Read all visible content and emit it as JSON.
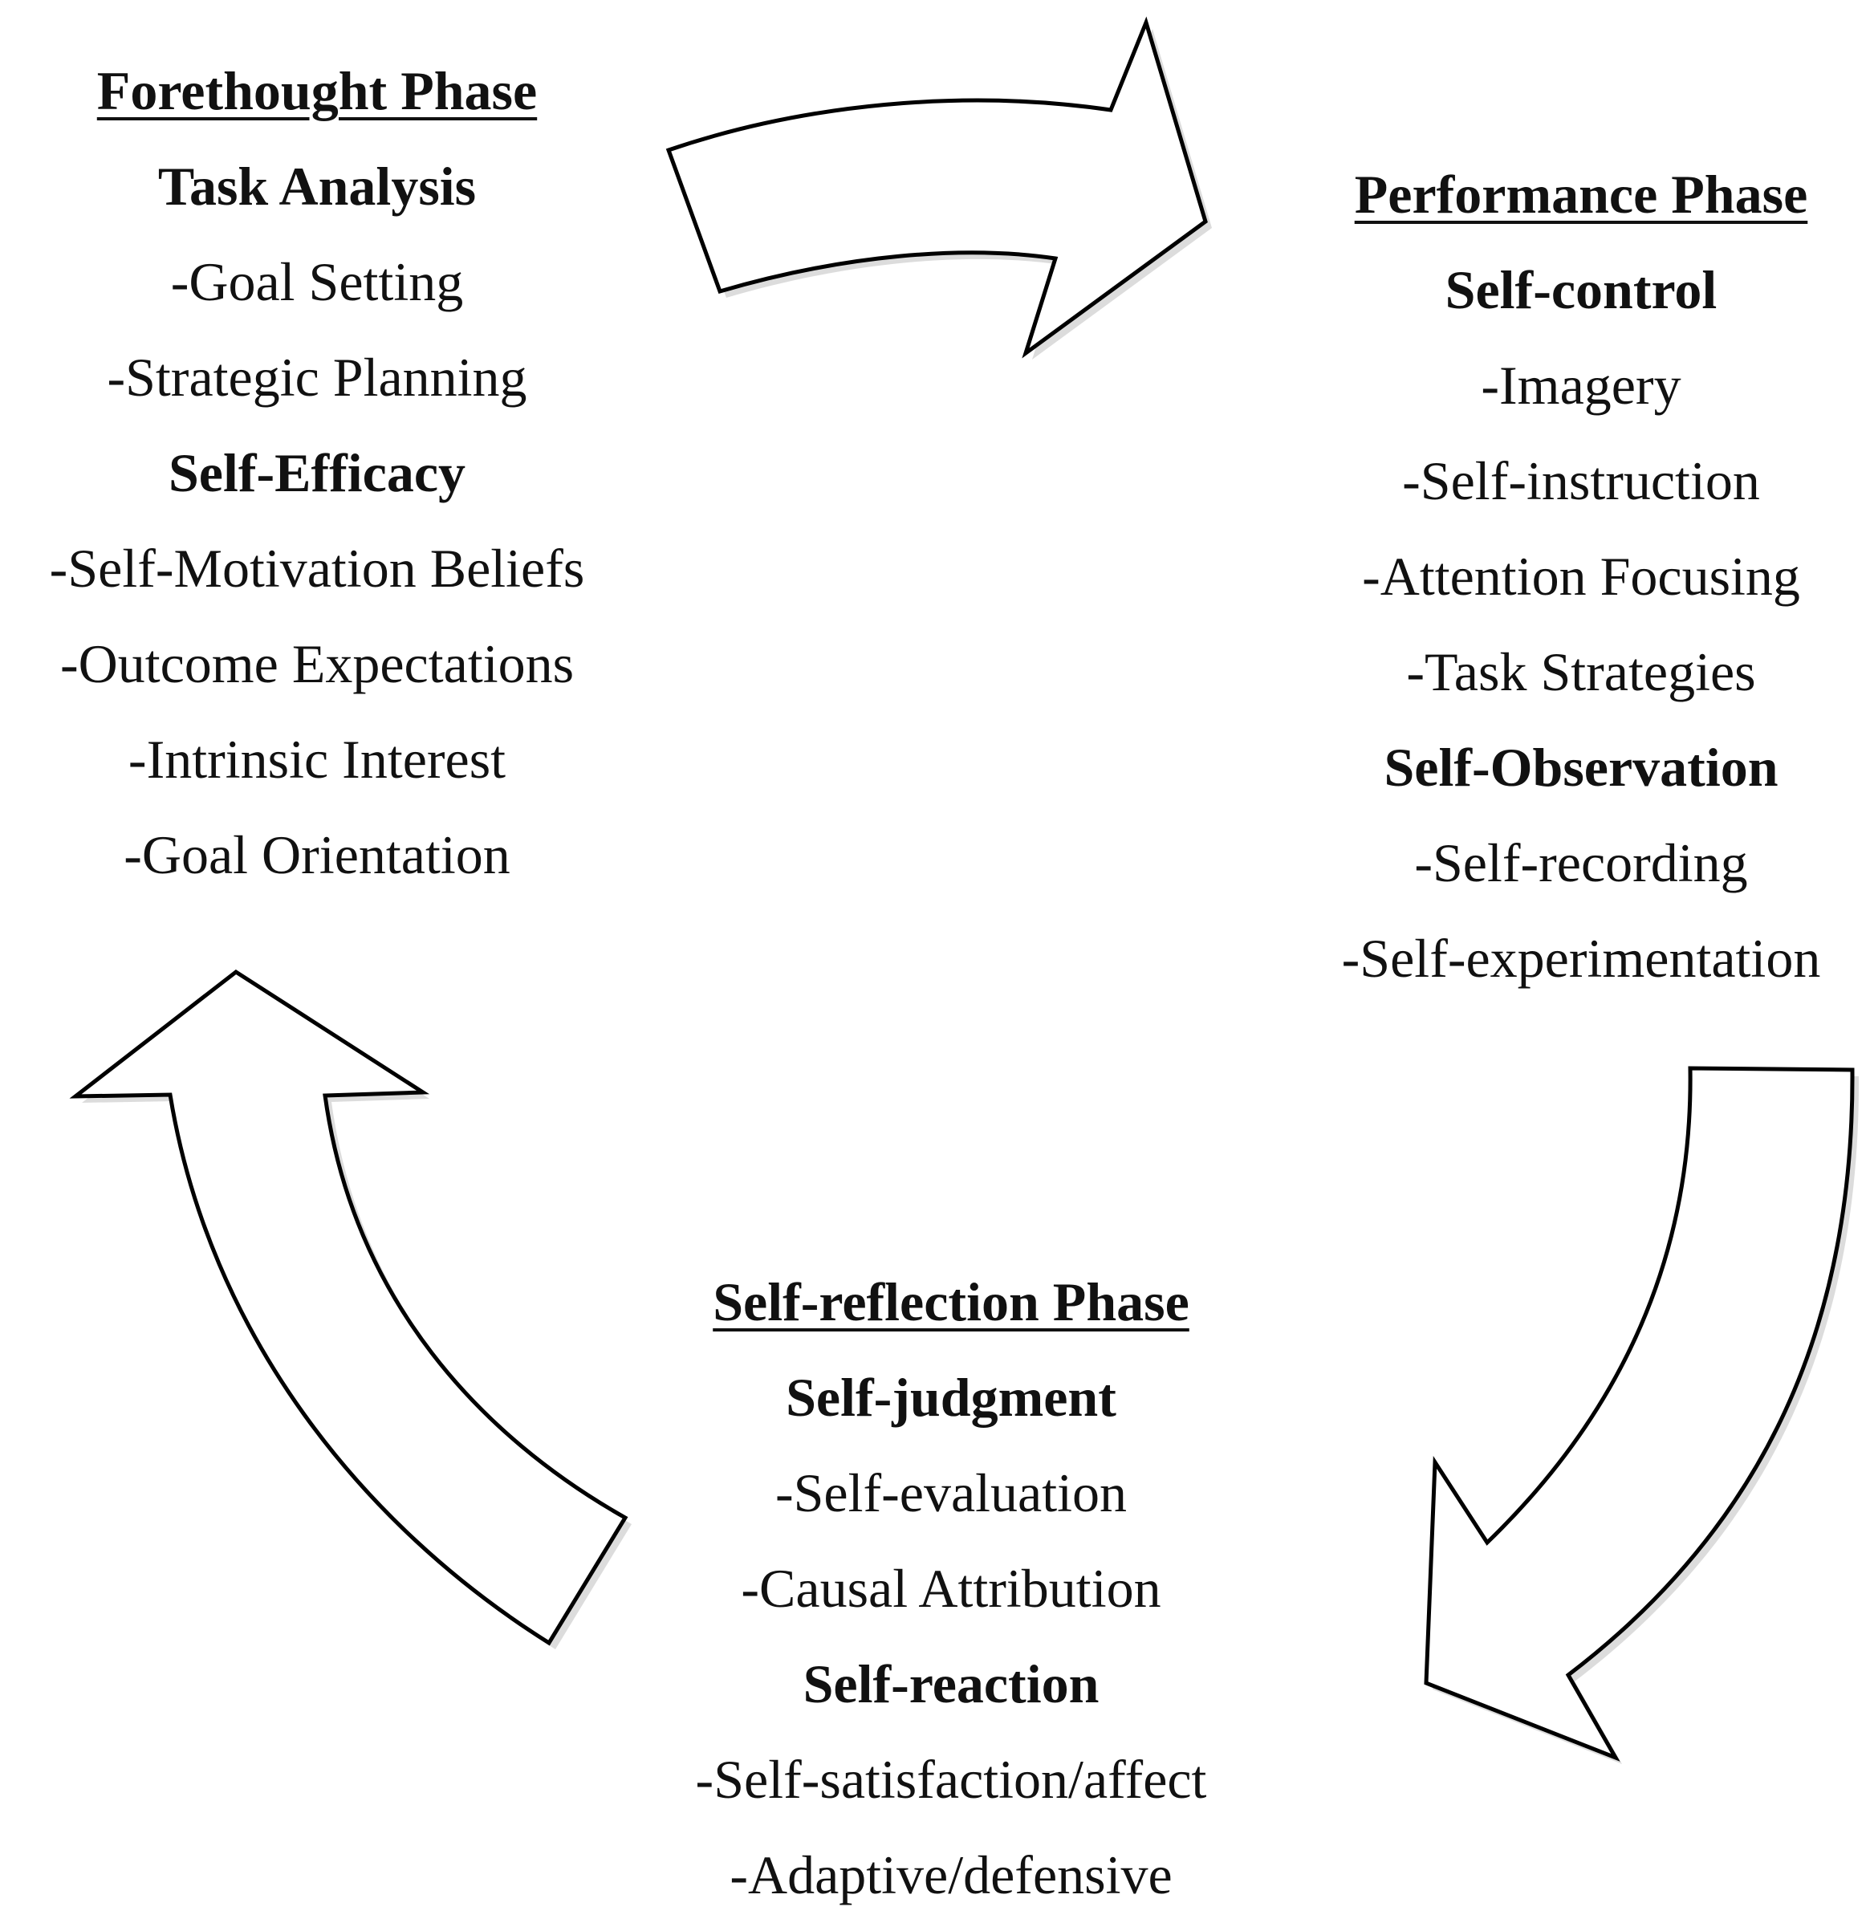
{
  "forethought": {
    "title": "Forethought Phase",
    "sections": [
      {
        "heading": "Task Analysis",
        "items": [
          "-Goal Setting",
          "-Strategic Planning"
        ]
      },
      {
        "heading": "Self-Efficacy",
        "items": [
          "-Self-Motivation Beliefs",
          "-Outcome Expectations",
          "-Intrinsic Interest",
          "-Goal Orientation"
        ]
      }
    ]
  },
  "performance": {
    "title": "Performance Phase",
    "sections": [
      {
        "heading": "Self-control",
        "items": [
          "-Imagery",
          "-Self-instruction",
          "-Attention Focusing",
          "-Task Strategies"
        ]
      },
      {
        "heading": "Self-Observation",
        "items": [
          "-Self-recording",
          "-Self-experimentation"
        ]
      }
    ]
  },
  "reflection": {
    "title": "Self-reflection Phase",
    "sections": [
      {
        "heading": "Self-judgment",
        "items": [
          "-Self-evaluation",
          "-Causal Attribution"
        ]
      },
      {
        "heading": "Self-reaction",
        "items": [
          "-Self-satisfaction/affect",
          "-Adaptive/defensive"
        ]
      }
    ]
  },
  "arrows": [
    {
      "name": "forethought-to-performance-arrow",
      "direction": "right"
    },
    {
      "name": "performance-to-reflection-arrow",
      "direction": "down-left"
    },
    {
      "name": "reflection-to-forethought-arrow",
      "direction": "up"
    }
  ],
  "colors": {
    "text": "#111111",
    "arrow_fill": "#ffffff",
    "arrow_stroke": "#000000",
    "background": "#ffffff"
  }
}
